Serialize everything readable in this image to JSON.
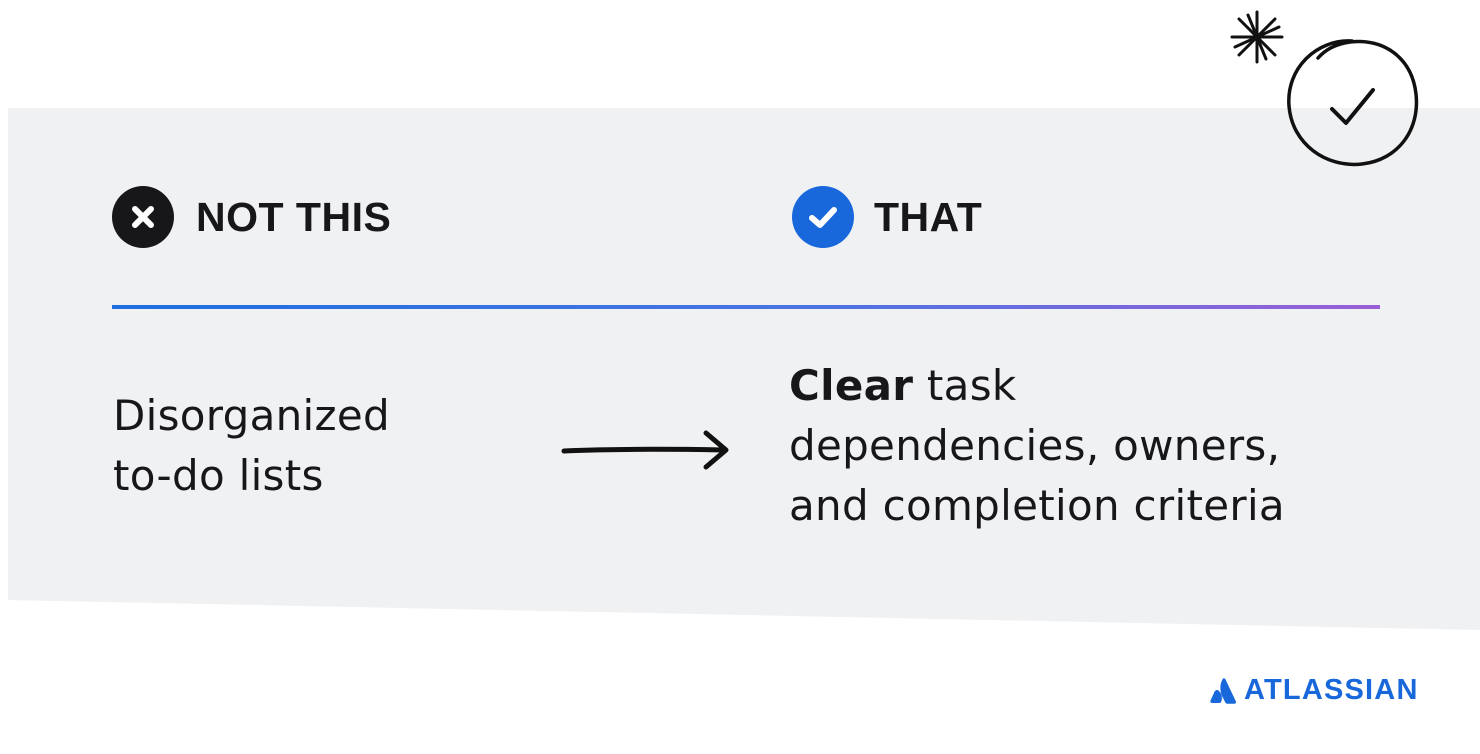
{
  "not_this": {
    "label": "NOT THIS",
    "icon": "x-circle-icon",
    "badge_color": "#17171a",
    "text_lines": [
      "Disorganized",
      "to-do lists"
    ]
  },
  "that": {
    "label": "THAT",
    "icon": "check-circle-icon",
    "badge_color": "#1868db",
    "text_bold": "Clear",
    "text_rest": " task",
    "text_lines": [
      "dependencies, owners,",
      "and completion criteria"
    ]
  },
  "colors": {
    "panel": "#f0f1f3",
    "divider_start": "#1d6fe0",
    "divider_end": "#9a5fd6",
    "text": "#17171a",
    "brand": "#1868db"
  },
  "logo": {
    "text": "ATLASSIAN",
    "icon": "atlassian-logo-icon"
  }
}
